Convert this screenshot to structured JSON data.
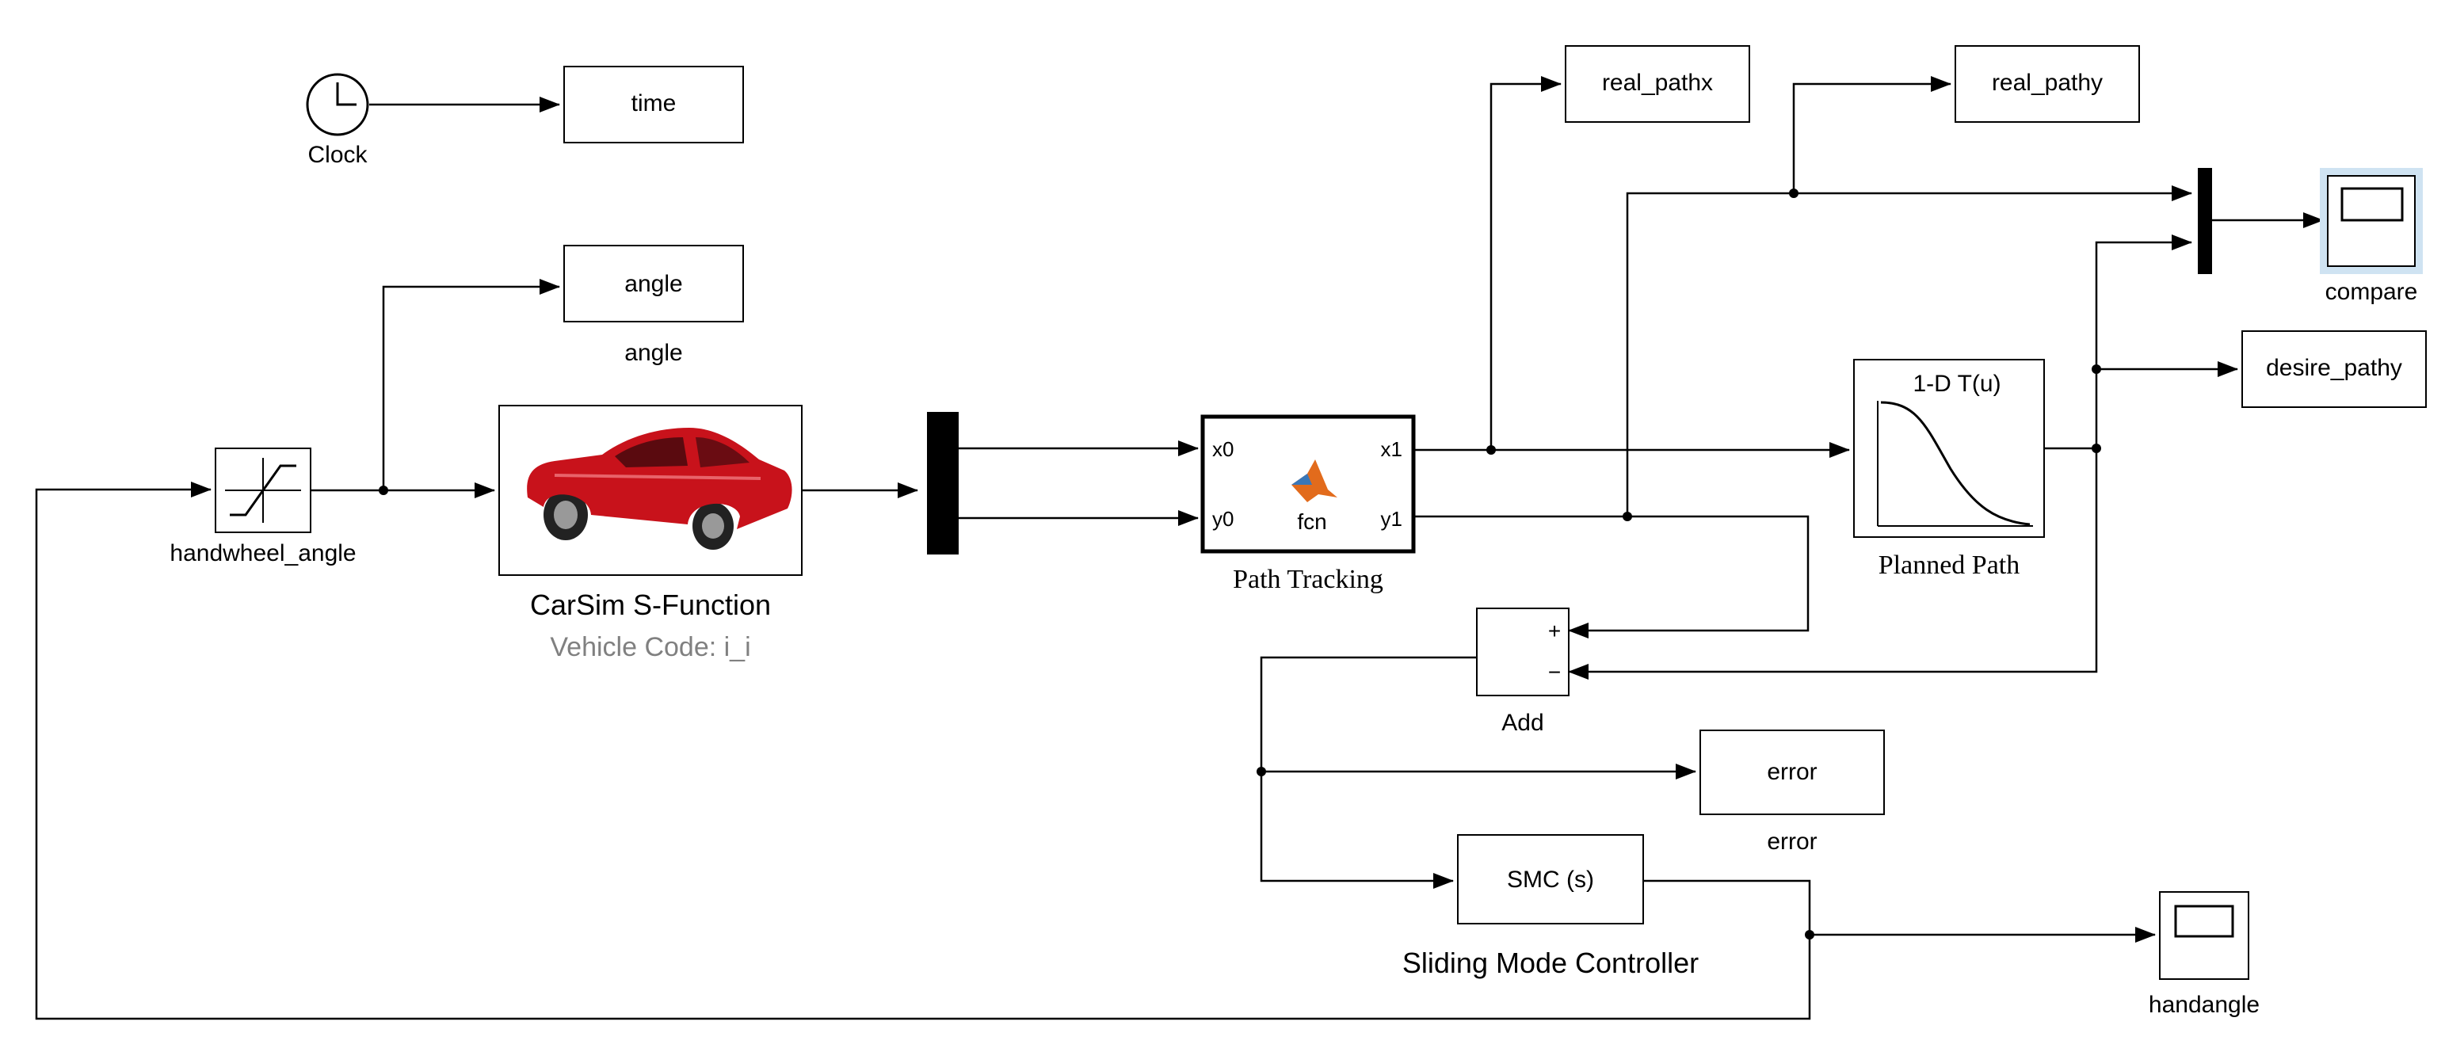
{
  "blocks": {
    "clock": {
      "label": "Clock"
    },
    "time": {
      "text": "time"
    },
    "angle_block": {
      "text": "angle",
      "label": "angle"
    },
    "saturation": {
      "label": "handwheel_angle"
    },
    "carsim": {
      "label": "CarSim S-Function",
      "sublabel": "Vehicle Code: i_i"
    },
    "path_tracking": {
      "label": "Path Tracking",
      "fn": "fcn",
      "in1": "x0",
      "in2": "y0",
      "out1": "x1",
      "out2": "y1"
    },
    "real_pathx": {
      "text": "real_pathx"
    },
    "real_pathy": {
      "text": "real_pathy"
    },
    "compare": {
      "label": "compare"
    },
    "planned_path": {
      "label": "Planned Path",
      "title": "1-D T(u)"
    },
    "desire_pathy": {
      "text": "desire_pathy"
    },
    "add": {
      "label": "Add",
      "plus": "+",
      "minus": "−"
    },
    "error_block": {
      "text": "error",
      "label": "error"
    },
    "smc": {
      "text": "SMC (s)",
      "label": "Sliding Mode Controller"
    },
    "handangle": {
      "label": "handangle"
    }
  },
  "colors": {
    "wire": "#000000",
    "car_body": "#c8121b",
    "scope_highlight": "#cfe3f2",
    "sublabel": "#808080"
  },
  "icons": {
    "clock": "clock-icon",
    "saturation": "saturation-icon",
    "matlab": "matlab-logo-icon",
    "car": "car-icon",
    "scope": "scope-icon"
  }
}
